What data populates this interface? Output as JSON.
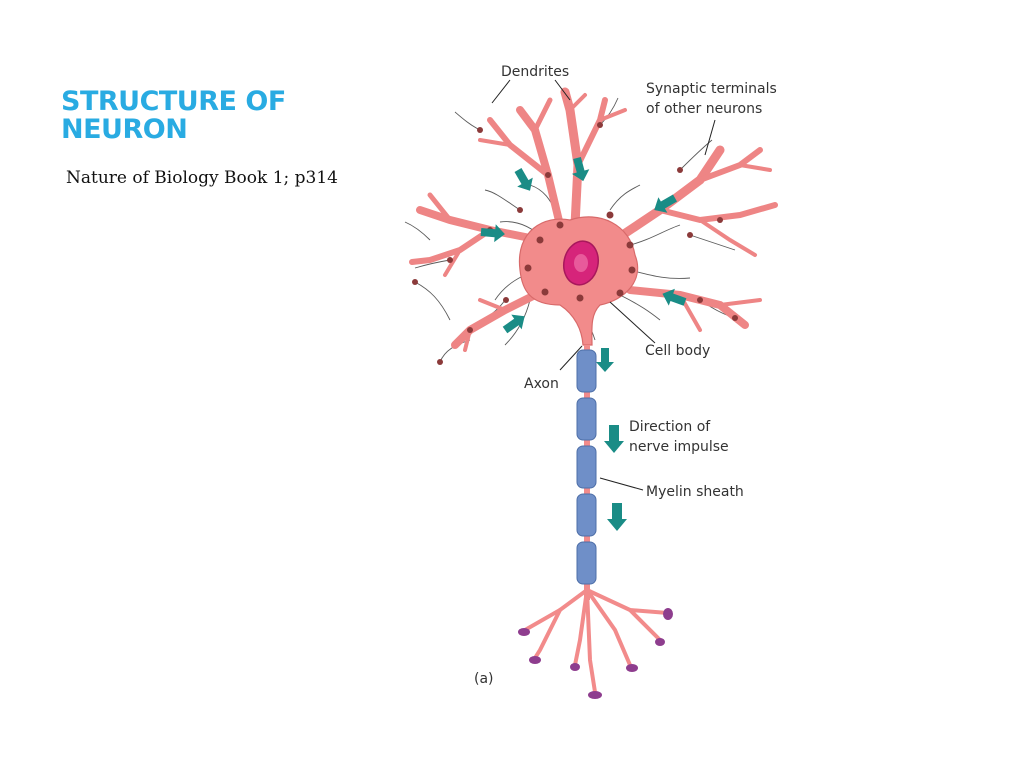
{
  "slide": {
    "title_line1": "STRUCTURE OF",
    "title_line2": "NEURON",
    "subtitle": "Nature of Biology Book 1; p314"
  },
  "figure": {
    "labels": {
      "dendrites": "Dendrites",
      "synaptic_line1": "Synaptic terminals",
      "synaptic_line2": "of other neurons",
      "cell_body": "Cell body",
      "axon": "Axon",
      "direction_line1": "Direction of",
      "direction_line2": "nerve impulse",
      "myelin": "Myelin sheath",
      "panel": "(a)"
    }
  },
  "colors": {
    "title": "#29ABE2",
    "neuron_body": "#F28B8B",
    "neuron_outline": "#D86A6A",
    "nucleus": "#D6247A",
    "myelin": "#6F8FC8",
    "arrow": "#1A8C86",
    "terminal_knob": "#8E3D8E",
    "synaptic_knob": "#8B3A3A"
  }
}
